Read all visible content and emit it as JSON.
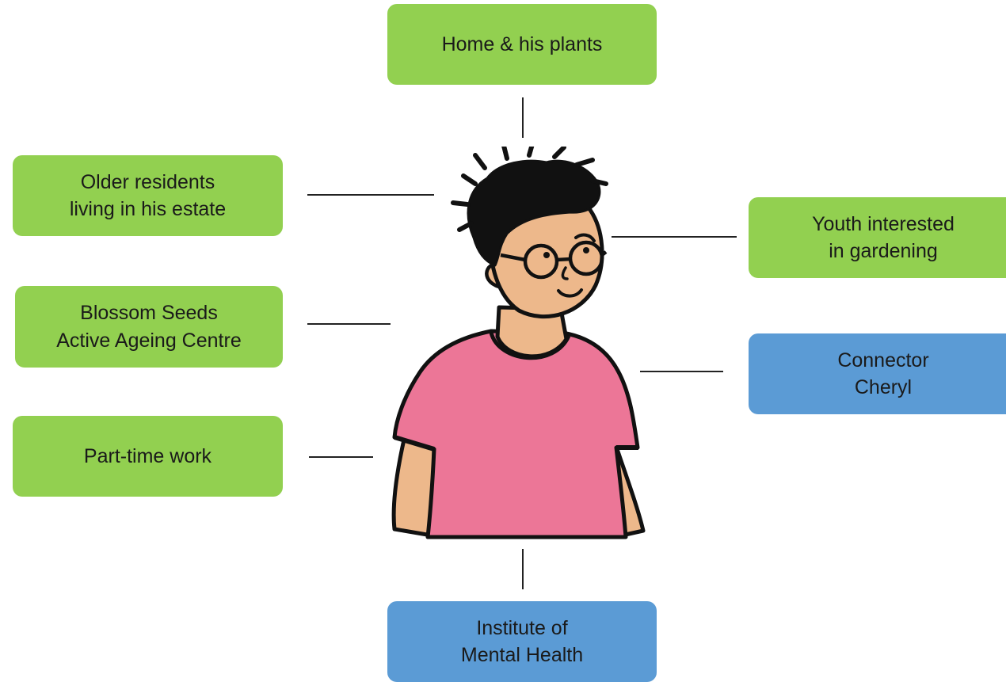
{
  "nodes": {
    "home": {
      "lines": [
        "Home & his plants"
      ],
      "type": "informal"
    },
    "older_residents": {
      "lines": [
        "Older residents",
        "living in his estate"
      ],
      "type": "informal"
    },
    "blossom": {
      "lines": [
        "Blossom Seeds",
        "Active Ageing Centre"
      ],
      "type": "informal"
    },
    "parttime": {
      "lines": [
        "Part-time work"
      ],
      "type": "informal"
    },
    "youth": {
      "lines": [
        "Youth interested",
        "in gardening"
      ],
      "type": "informal"
    },
    "connector": {
      "lines": [
        "Connector",
        "Cheryl"
      ],
      "type": "formal"
    },
    "imh": {
      "lines": [
        "Institute of",
        "Mental Health"
      ],
      "type": "formal"
    }
  },
  "colors": {
    "informal": "#92d050",
    "formal": "#5b9bd5",
    "shirt": "#ec7697",
    "skin": "#edb88b",
    "hair": "#111111",
    "connector_line": "#222222"
  },
  "icons": {
    "center": "person-illustration"
  }
}
